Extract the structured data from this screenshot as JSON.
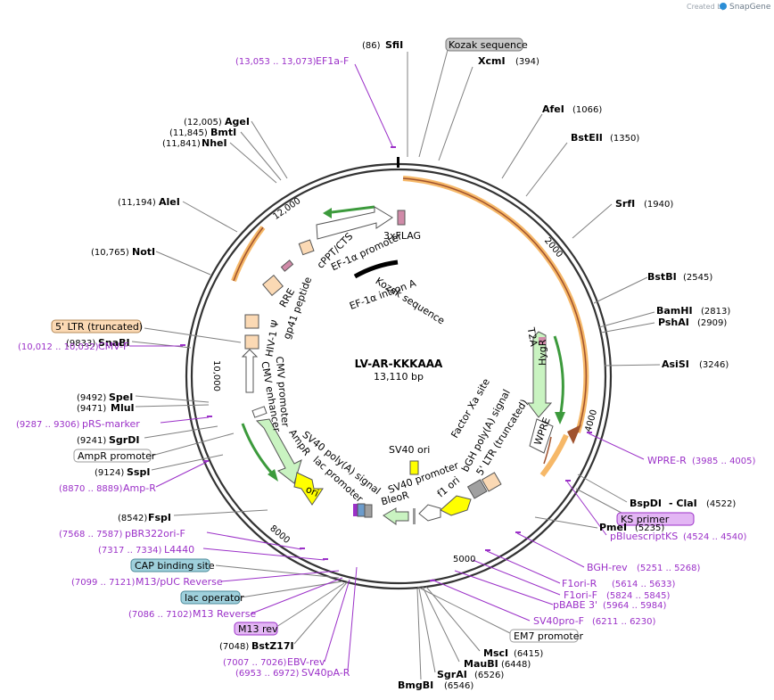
{
  "credit": {
    "created_by": "Created by",
    "app": "SnapGene"
  },
  "plasmid": {
    "name": "LV-AR-KKKAAA",
    "length_label": "13,110 bp"
  },
  "ticks": [
    "2000",
    "4000",
    "8000",
    "10,000",
    "12,000",
    "5000"
  ],
  "sites": [
    {
      "name": "SfiI",
      "pos": "(86)"
    },
    {
      "name": "XcmI",
      "pos": "(394)"
    },
    {
      "name": "AfeI",
      "pos": "(1066)"
    },
    {
      "name": "BstEII",
      "pos": "(1350)"
    },
    {
      "name": "SrfI",
      "pos": "(1940)"
    },
    {
      "name": "BstBI",
      "pos": "(2545)"
    },
    {
      "name": "BamHI",
      "pos": "(2813)"
    },
    {
      "name": "PshAI",
      "pos": "(2909)"
    },
    {
      "name": "AsiSI",
      "pos": "(3246)"
    },
    {
      "name": "BspDI",
      "pos": "(4522)"
    },
    {
      "name": "PmeI",
      "pos": "(5235)"
    },
    {
      "name": "MscI",
      "pos": "(6415)"
    },
    {
      "name": "MauBI",
      "pos": "(6448)"
    },
    {
      "name": "SgrAI",
      "pos": "(6526)"
    },
    {
      "name": "BmgBI",
      "pos": "(6546)"
    },
    {
      "name": "BstZ17I",
      "pos": "(7048)"
    },
    {
      "name": "FspI",
      "pos": "(8542)"
    },
    {
      "name": "SspI",
      "pos": "(9124)"
    },
    {
      "name": "SgrDI",
      "pos": "(9241)"
    },
    {
      "name": "MluI",
      "pos": "(9471)"
    },
    {
      "name": "SpeI",
      "pos": "(9492)"
    },
    {
      "name": "SnaBI",
      "pos": "(9833)"
    },
    {
      "name": "NotI",
      "pos": "(10,765)"
    },
    {
      "name": "AleI",
      "pos": "(11,194)"
    },
    {
      "name": "NheI",
      "pos": "(11,841)"
    },
    {
      "name": "BmtI",
      "pos": "(11,845)"
    },
    {
      "name": "AgeI",
      "pos": "(12,005)"
    }
  ],
  "clai_label": "- ClaI",
  "primers": [
    {
      "name": "EF1a-F",
      "range": "(13,053 .. 13,073)"
    },
    {
      "name": "CMV-F",
      "range": "(10,012 .. 10,032)"
    },
    {
      "name": "pRS-marker",
      "range": "(9287 .. 9306)"
    },
    {
      "name": "Amp-R",
      "range": "(8870 .. 8889)"
    },
    {
      "name": "pBR322ori-F",
      "range": "(7568 .. 7587)"
    },
    {
      "name": "L4440",
      "range": "(7317 .. 7334)"
    },
    {
      "name": "M13/pUC Reverse",
      "range": "(7099 .. 7121)"
    },
    {
      "name": "M13 Reverse",
      "range": "(7086 .. 7102)"
    },
    {
      "name": "EBV-rev",
      "range": "(7007 .. 7026)"
    },
    {
      "name": "SV40pA-R",
      "range": "(6953 .. 6972)"
    },
    {
      "name": "WPRE-R",
      "range": "(3985 .. 4005)"
    },
    {
      "name": "pBluescriptKS",
      "range": "(4524 .. 4540)"
    },
    {
      "name": "BGH-rev",
      "range": "(5251 .. 5268)"
    },
    {
      "name": "F1ori-R",
      "range": "(5614 .. 5633)"
    },
    {
      "name": "F1ori-F",
      "range": "(5824 .. 5845)"
    },
    {
      "name": "pBABE 3'",
      "range": "(5964 .. 5984)"
    },
    {
      "name": "SV40pro-F",
      "range": "(6211 .. 6230)"
    }
  ],
  "boxed": [
    {
      "name": "Kozak sequence",
      "kind": "gray"
    },
    {
      "name": "5' LTR (truncated)",
      "kind": "orange"
    },
    {
      "name": "AmpR promoter",
      "kind": "white"
    },
    {
      "name": "KS primer",
      "kind": "purple"
    },
    {
      "name": "CAP binding site",
      "kind": "teal"
    },
    {
      "name": "lac operator",
      "kind": "teal"
    },
    {
      "name": "M13 rev",
      "kind": "purple"
    },
    {
      "name": "EM7 promoter",
      "kind": "white"
    }
  ],
  "features": [
    "3xFLAG",
    "cPPT/CTS",
    "EF-1α promoter",
    "Kozak sequence",
    "EF-1α intron A",
    "RRE",
    "gp41 peptide",
    "HIV-1 Ψ",
    "CMV promoter",
    "CMV enhancer",
    "AmpR",
    "SV40 poly(A) signal",
    "lac promoter",
    "ori",
    "SV40 ori",
    "Factor Xa site",
    "T2A",
    "HygR",
    "WPRE",
    "bGH poly(A) signal",
    "5' LTR (truncated)",
    "f1 ori",
    "SV40 promoter",
    "BleoR"
  ],
  "colors": {
    "backbone": "#333333",
    "primer": "#9b30c8",
    "ltr": "#f6b868",
    "ltr_inner": "#ffe7c2",
    "green_feature": "#c9f3c1",
    "promoter": "#ffffff",
    "ori": "#ffff00",
    "site_line": "#808080",
    "gray_box": "#c8c8c8",
    "teal_box": "#9fd0dc",
    "purple_box": "#e3b6f4",
    "orange_box": "#fbd9b4"
  }
}
